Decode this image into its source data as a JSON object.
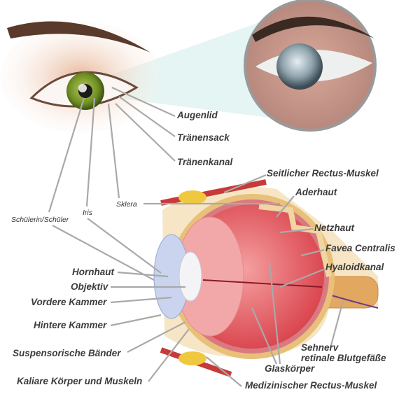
{
  "labels": {
    "augenlid": "Augenlid",
    "traenensack": "Tränensack",
    "traenenkanal": "Tränenkanal",
    "seitlicher_rectus": "Seitlicher Rectus-Muskel",
    "aderhaut": "Aderhaut",
    "netzhaut": "Netzhaut",
    "favea": "Favea Centralis",
    "hyaloidkanal": "Hyaloidkanal",
    "sklera": "Sklera",
    "iris": "Iris",
    "pupille": "Schülerin/Schüler",
    "hornhaut": "Hornhaut",
    "objektiv": "Objektiv",
    "vordere_kammer": "Vordere Kammer",
    "hintere_kammer": "Hintere Kammer",
    "suspensorische": "Suspensorische Bänder",
    "kaliare": "Kaliare Körper und Muskeln",
    "sehnerv": "Sehnerv",
    "blutgefaesse": "retinale Blutgefäße",
    "glaskoerper": "Glaskörper",
    "medizinischer_rectus": "Medizinischer Rectus-Muskel"
  },
  "colors": {
    "line": "#a9a9a9",
    "text": "#3b3b3b",
    "iris_green": "#7a9a2a",
    "tissue_red": "#e0505a",
    "sclera_tan": "#e8c48a"
  }
}
